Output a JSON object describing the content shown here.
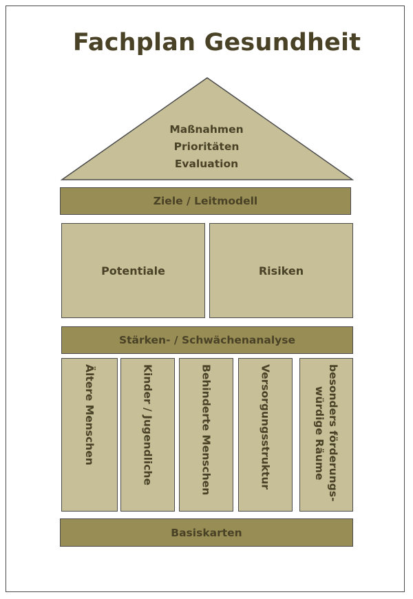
{
  "title": "Fachplan Gesundheit",
  "roof": {
    "lines": [
      "Maßnahmen",
      "Prioritäten",
      "Evaluation"
    ]
  },
  "goals_beam": "Ziele / Leitmodell",
  "panels": [
    "Potentiale",
    "Risiken"
  ],
  "swot_beam": "Stärken- / Schwächenanalyse",
  "pillars": [
    "Ältere Menschen",
    "Kinder / Jugendliche",
    "Behinderte Menschen",
    "Versorgungsstruktur",
    "besonders förderungs-\nwürdige Räume"
  ],
  "base_beam": "Basiskarten",
  "colors": {
    "beam": "#978d55",
    "panel": "#c7bf98",
    "text": "#4a4226",
    "border": "#4a4a4a"
  }
}
